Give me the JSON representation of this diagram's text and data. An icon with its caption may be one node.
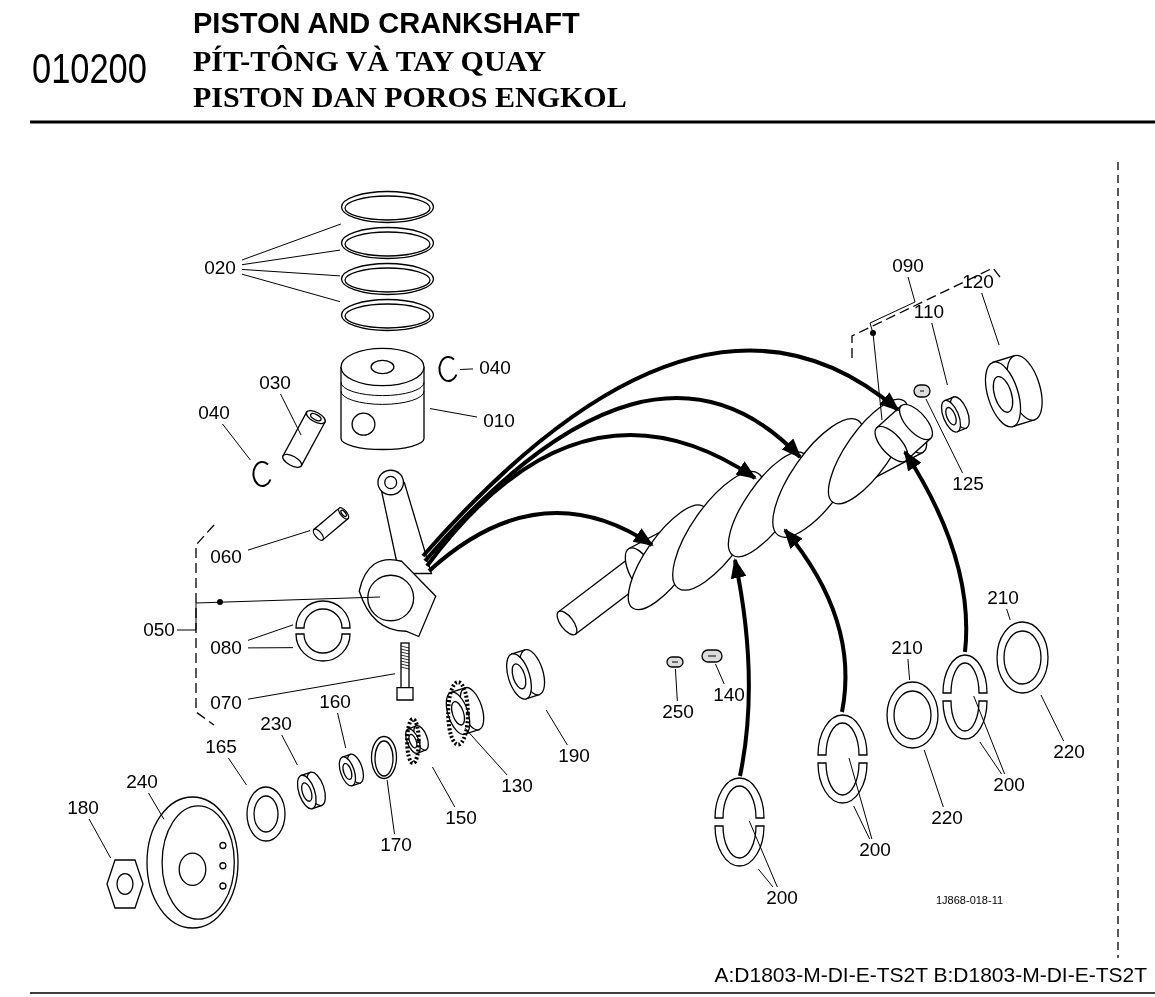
{
  "diagram": {
    "title": "PISTON AND CRANKSHAFT",
    "nodes": [
      {
        "text": [
          "020"
        ]
      },
      {
        "text": [],
        "shape": "picture"
      },
      {
        "text": [],
        "shape": "picture"
      },
      {
        "text": [],
        "shape": "picture"
      },
      {
        "text": [],
        "shape": "picture"
      },
      {
        "text": [
          "040"
        ]
      },
      {
        "text": [],
        "shape": "picture"
      },
      {
        "text": [
          "030"
        ]
      },
      {
        "text": [],
        "shape": "picture"
      },
      {
        "text": [
          "040"
        ]
      },
      {
        "text": [],
        "shape": "picture"
      },
      {
        "text": [
          "010"
        ]
      },
      {
        "text": [],
        "shape": "picture"
      },
      {
        "text": [
          "060"
        ]
      },
      {
        "text": [],
        "shape": "picture"
      },
      {
        "text": [
          "050"
        ]
      },
      {
        "text": [],
        "shape": "picture"
      },
      {
        "text": [
          "080"
        ]
      },
      {
        "text": [],
        "shape": "picture"
      },
      {
        "text": [],
        "shape": "picture"
      },
      {
        "text": [
          "070"
        ]
      },
      {
        "text": [],
        "shape": "picture"
      },
      {
        "text": [
          "090"
        ]
      },
      {
        "text": [],
        "shape": "picture"
      },
      {
        "text": [
          "120"
        ]
      },
      {
        "text": [],
        "shape": "picture"
      },
      {
        "text": [
          "110"
        ]
      },
      {
        "text": [],
        "shape": "picture"
      },
      {
        "text": [
          "125"
        ]
      },
      {
        "text": [],
        "shape": "bar"
      },
      {
        "text": [
          "160"
        ]
      },
      {
        "text": [],
        "shape": "picture"
      },
      {
        "text": [
          "165"
        ]
      },
      {
        "text": [],
        "shape": "picture"
      },
      {
        "text": [
          "230"
        ]
      },
      {
        "text": [],
        "shape": "picture"
      },
      {
        "text": [
          "240"
        ]
      },
      {
        "text": [],
        "shape": "picture"
      },
      {
        "text": [
          "180"
        ]
      },
      {
        "text": [],
        "shape": "picture"
      },
      {
        "text": [
          "170"
        ]
      },
      {
        "text": [],
        "shape": "picture"
      },
      {
        "text": [
          "150"
        ]
      },
      {
        "text": [],
        "shape": "picture"
      },
      {
        "text": [
          "130"
        ]
      },
      {
        "text": [],
        "shape": "picture"
      },
      {
        "text": [
          "190"
        ]
      },
      {
        "text": [],
        "shape": "picture"
      },
      {
        "text": [
          "250"
        ]
      },
      {
        "text": [],
        "shape": "bar"
      },
      {
        "text": [
          "140"
        ]
      },
      {
        "text": [],
        "shape": "bar"
      },
      {
        "text": [
          "210"
        ]
      },
      {
        "text": [],
        "shape": "picture"
      },
      {
        "text": [
          "210"
        ]
      },
      {
        "text": [],
        "shape": "picture"
      },
      {
        "text": [
          "220"
        ]
      },
      {
        "text": [
          "220"
        ]
      },
      {
        "text": [
          "200"
        ]
      },
      {
        "text": [],
        "shape": "picture"
      },
      {
        "text": [],
        "shape": "picture"
      },
      {
        "text": [
          "200"
        ]
      },
      {
        "text": [],
        "shape": "picture"
      },
      {
        "text": [],
        "shape": "picture"
      },
      {
        "text": [
          "200"
        ]
      },
      {
        "text": [],
        "shape": "picture"
      },
      {
        "text": [],
        "shape": "picture"
      }
    ],
    "edges": [
      {
        "from": 0,
        "to": 1,
        "arrow": "none"
      },
      {
        "from": 0,
        "to": 2,
        "arrow": "none"
      },
      {
        "from": 0,
        "to": 3,
        "arrow": "none"
      },
      {
        "from": 0,
        "to": 4,
        "arrow": "none"
      },
      {
        "from": 5,
        "to": 6,
        "arrow": "none"
      },
      {
        "from": 7,
        "to": 8,
        "arrow": "none"
      },
      {
        "from": 9,
        "to": 10,
        "arrow": "none"
      },
      {
        "from": 11,
        "to": 12,
        "arrow": "none"
      },
      {
        "from": 13,
        "to": 14,
        "arrow": "none"
      },
      {
        "from": 15,
        "to": 16,
        "arrow": "none"
      },
      {
        "from": 17,
        "to": 18,
        "arrow": "none"
      },
      {
        "from": 17,
        "to": 19,
        "arrow": "none"
      },
      {
        "from": 20,
        "to": 21,
        "arrow": "none"
      },
      {
        "from": 22,
        "to": 23,
        "arrow": "none"
      },
      {
        "from": 24,
        "to": 25,
        "arrow": "none"
      },
      {
        "from": 26,
        "to": 27,
        "arrow": "none"
      },
      {
        "from": 28,
        "to": 29,
        "arrow": "none"
      },
      {
        "from": 30,
        "to": 31,
        "arrow": "none"
      },
      {
        "from": 32,
        "to": 33,
        "arrow": "none"
      },
      {
        "from": 34,
        "to": 35,
        "arrow": "none"
      },
      {
        "from": 36,
        "to": 37,
        "arrow": "none"
      },
      {
        "from": 38,
        "to": 39,
        "arrow": "none"
      },
      {
        "from": 40,
        "to": 41,
        "arrow": "none"
      },
      {
        "from": 42,
        "to": 43,
        "arrow": "none"
      },
      {
        "from": 44,
        "to": 45,
        "arrow": "none"
      },
      {
        "from": 46,
        "to": 47,
        "arrow": "none"
      },
      {
        "from": 48,
        "to": 49,
        "arrow": "none"
      },
      {
        "from": 50,
        "to": 51,
        "arrow": "none"
      },
      {
        "from": 52,
        "to": 53,
        "arrow": "none"
      },
      {
        "from": 54,
        "to": 55,
        "arrow": "none"
      },
      {
        "from": 56,
        "to": 53,
        "arrow": "none"
      },
      {
        "from": 57,
        "to": 55,
        "arrow": "none"
      },
      {
        "from": 58,
        "to": 59,
        "arrow": "none"
      },
      {
        "from": 58,
        "to": 60,
        "arrow": "none"
      },
      {
        "from": 61,
        "to": 62,
        "arrow": "none"
      },
      {
        "from": 61,
        "to": 63,
        "arrow": "none"
      },
      {
        "from": 64,
        "to": 65,
        "arrow": "none"
      },
      {
        "from": 64,
        "to": 66,
        "arrow": "none"
      },
      {
        "from": 16,
        "to": 23,
        "arrow": "to",
        "style": "thick"
      },
      {
        "from": 16,
        "to": 23,
        "arrow": "to",
        "style": "thick"
      },
      {
        "from": 16,
        "to": 23,
        "arrow": "to",
        "style": "thick"
      },
      {
        "from": 16,
        "to": 23,
        "arrow": "to",
        "style": "thick"
      },
      {
        "from": 65,
        "to": 23,
        "arrow": "to",
        "style": "thick"
      },
      {
        "from": 62,
        "to": 23,
        "arrow": "to",
        "style": "thick"
      },
      {
        "from": 59,
        "to": 23,
        "arrow": "to",
        "style": "thick"
      }
    ],
    "labels": [
      "010200",
      "PÍT-TÔNG VÀ TAY QUAY",
      "PISTON DAN POROS ENGKOL",
      "1J868-018-11",
      "A:D1803-M-DI-E-TS2T B:D1803-M-DI-E-TS2T"
    ]
  }
}
